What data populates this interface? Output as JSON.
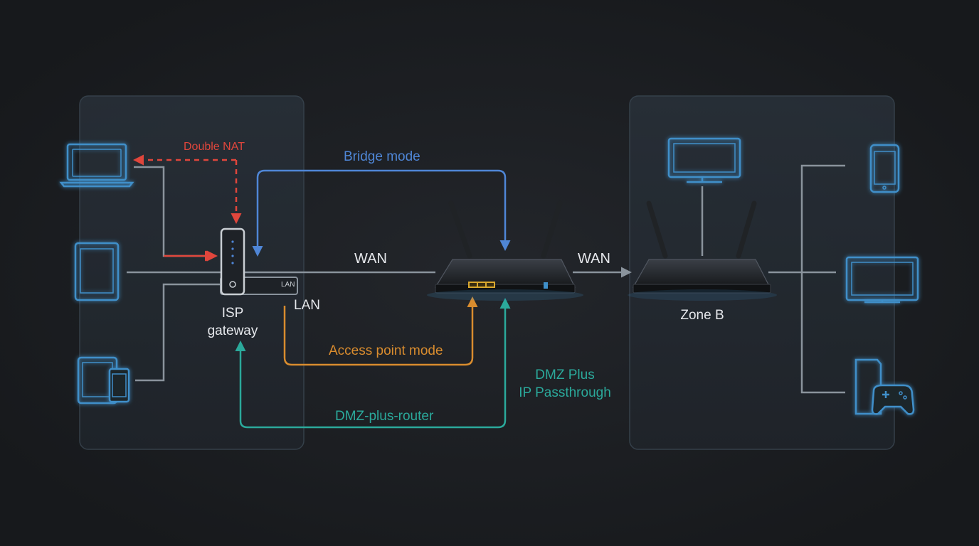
{
  "labels": {
    "double_nat": "Double NAT",
    "bridge_mode": "Bridge mode",
    "wan_left": "WAN",
    "wan_right": "WAN",
    "lan": "LAN",
    "lan_port": "LAN",
    "isp_line1": "ISP",
    "isp_line2": "gateway",
    "access_point_mode": "Access point mode",
    "dmz_plus_line1": "DMZ Plus",
    "dmz_plus_line2": "IP Passthrough",
    "dmz_plus_router": "DMZ-plus-router",
    "zone_b": "Zone B"
  },
  "colors": {
    "background": "#1b1d21",
    "panel": "#242a31",
    "line": "#8a939c",
    "device_icon": "#3f8fc9",
    "double_nat": "#e0463c",
    "bridge_mode": "#4f86d6",
    "access_point_mode": "#d98c2e",
    "dmz": "#2ba99b"
  }
}
